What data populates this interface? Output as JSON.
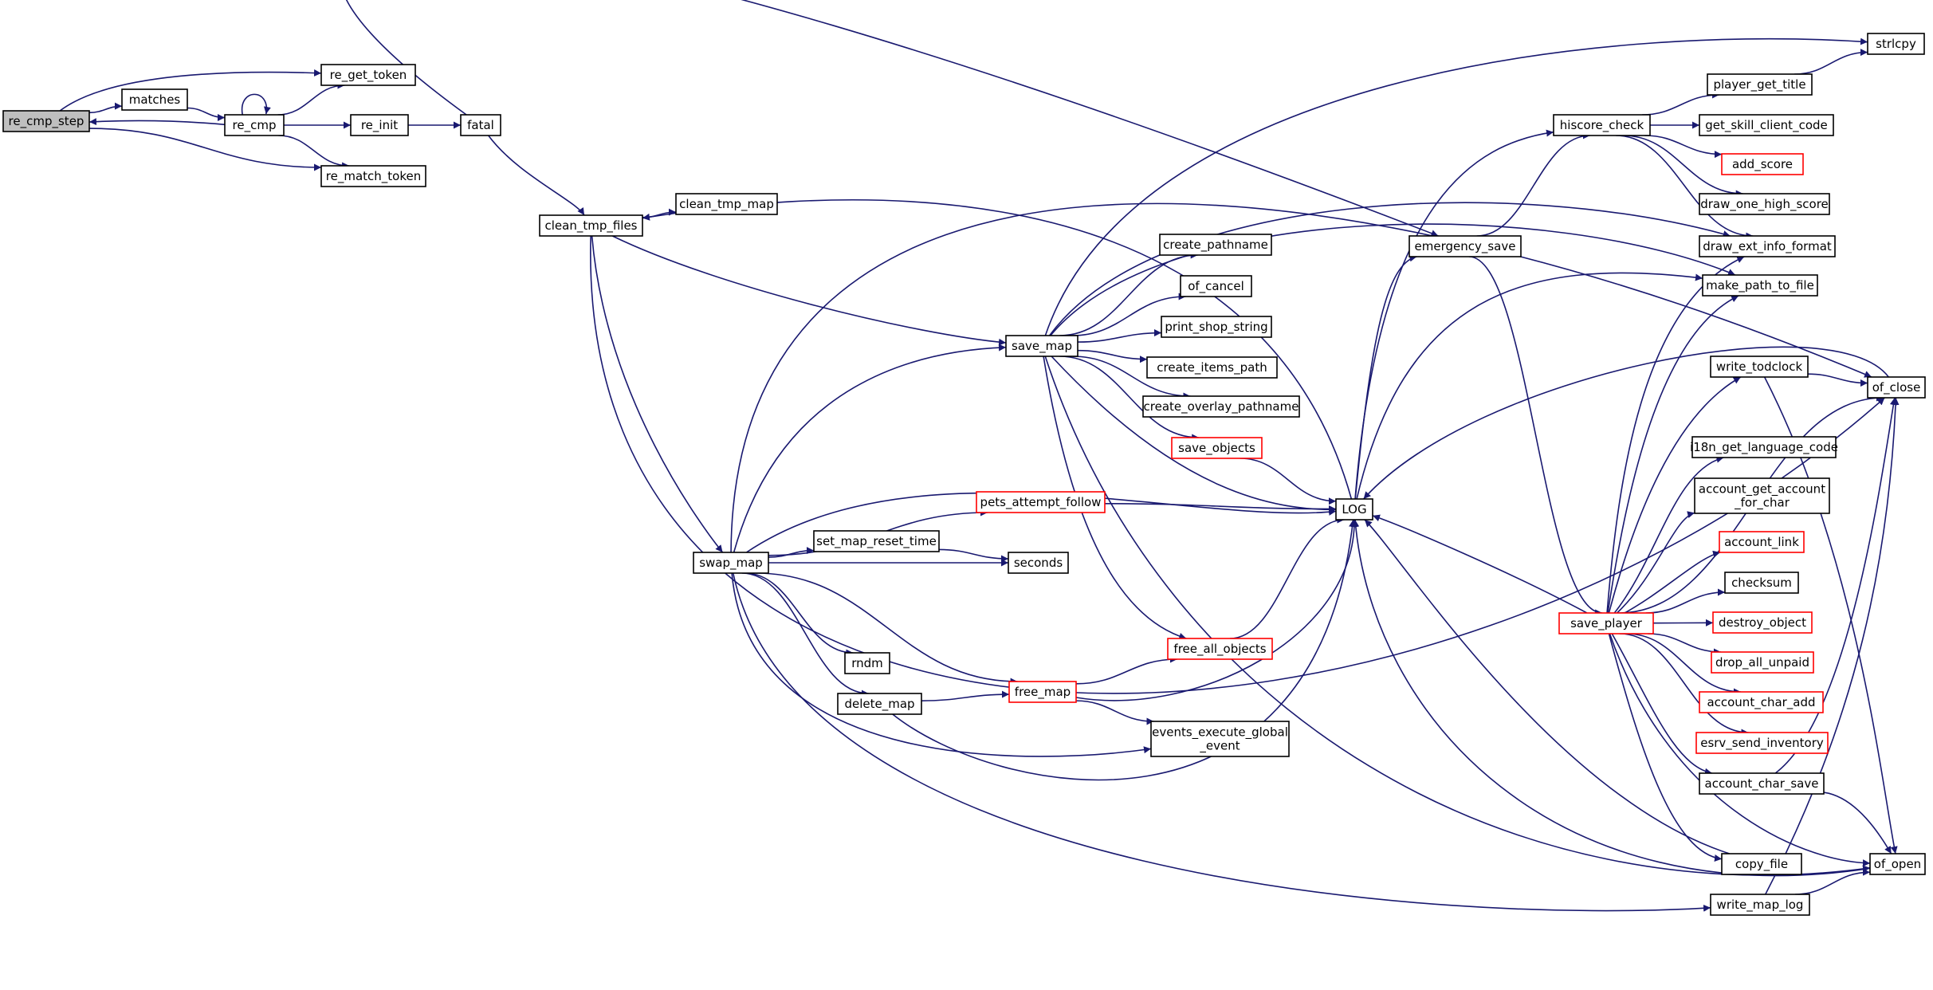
{
  "colors": {
    "edge": "#191970",
    "node_border": "#000000",
    "node_border_incomplete": "#ff0000",
    "focus_fill": "#bfbfbf",
    "node_fill": "#ffffff",
    "background": "#ffffff"
  },
  "nodes": [
    {
      "id": "re_cmp_step",
      "label": "re_cmp_step",
      "focus": true
    },
    {
      "id": "matches",
      "label": "matches"
    },
    {
      "id": "re_get_token",
      "label": "re_get_token"
    },
    {
      "id": "re_cmp",
      "label": "re_cmp"
    },
    {
      "id": "re_match_token",
      "label": "re_match_token"
    },
    {
      "id": "re_init",
      "label": "re_init"
    },
    {
      "id": "fatal",
      "label": "fatal"
    },
    {
      "id": "clean_tmp_files",
      "label": "clean_tmp_files"
    },
    {
      "id": "clean_tmp_map",
      "label": "clean_tmp_map"
    },
    {
      "id": "save_map",
      "label": "save_map"
    },
    {
      "id": "swap_map",
      "label": "swap_map"
    },
    {
      "id": "create_pathname",
      "label": "create_pathname"
    },
    {
      "id": "of_cancel",
      "label": "of_cancel"
    },
    {
      "id": "print_shop_string",
      "label": "print_shop_string"
    },
    {
      "id": "create_items_path",
      "label": "create_items_path"
    },
    {
      "id": "create_overlay_pathname",
      "label": "create_overlay_pathname"
    },
    {
      "id": "save_objects",
      "label": "save_objects",
      "incomplete": true
    },
    {
      "id": "pets_attempt_follow",
      "label": "pets_attempt_follow",
      "incomplete": true
    },
    {
      "id": "set_map_reset_time",
      "label": "set_map_reset_time"
    },
    {
      "id": "seconds",
      "label": "seconds"
    },
    {
      "id": "rndm",
      "label": "rndm"
    },
    {
      "id": "delete_map",
      "label": "delete_map"
    },
    {
      "id": "free_map",
      "label": "free_map",
      "incomplete": true
    },
    {
      "id": "free_all_objects",
      "label": "free_all_objects",
      "incomplete": true
    },
    {
      "id": "events_execute_global_event",
      "label": [
        "events_execute_global",
        "_event"
      ]
    },
    {
      "id": "LOG",
      "label": "LOG"
    },
    {
      "id": "emergency_save",
      "label": "emergency_save"
    },
    {
      "id": "hiscore_check",
      "label": "hiscore_check"
    },
    {
      "id": "save_player",
      "label": "save_player",
      "incomplete": true
    },
    {
      "id": "strlcpy",
      "label": "strlcpy"
    },
    {
      "id": "player_get_title",
      "label": "player_get_title"
    },
    {
      "id": "get_skill_client_code",
      "label": "get_skill_client_code"
    },
    {
      "id": "add_score",
      "label": "add_score",
      "incomplete": true
    },
    {
      "id": "draw_one_high_score",
      "label": "draw_one_high_score"
    },
    {
      "id": "draw_ext_info_format",
      "label": "draw_ext_info_format"
    },
    {
      "id": "make_path_to_file",
      "label": "make_path_to_file"
    },
    {
      "id": "write_todclock",
      "label": "write_todclock"
    },
    {
      "id": "of_close",
      "label": "of_close"
    },
    {
      "id": "i18n_get_language_code",
      "label": "i18n_get_language_code"
    },
    {
      "id": "account_get_account_for_char",
      "label": [
        "account_get_account",
        "_for_char"
      ]
    },
    {
      "id": "account_link",
      "label": "account_link",
      "incomplete": true
    },
    {
      "id": "checksum",
      "label": "checksum"
    },
    {
      "id": "destroy_object",
      "label": "destroy_object",
      "incomplete": true
    },
    {
      "id": "drop_all_unpaid",
      "label": "drop_all_unpaid",
      "incomplete": true
    },
    {
      "id": "account_char_add",
      "label": "account_char_add",
      "incomplete": true
    },
    {
      "id": "esrv_send_inventory",
      "label": "esrv_send_inventory",
      "incomplete": true
    },
    {
      "id": "account_char_save",
      "label": "account_char_save"
    },
    {
      "id": "copy_file",
      "label": "copy_file"
    },
    {
      "id": "of_open",
      "label": "of_open"
    },
    {
      "id": "write_map_log",
      "label": "write_map_log"
    }
  ],
  "edges": [
    [
      "re_cmp_step",
      "matches"
    ],
    [
      "re_cmp_step",
      "re_get_token"
    ],
    [
      "re_cmp_step",
      "re_match_token"
    ],
    [
      "matches",
      "re_cmp"
    ],
    [
      "re_cmp",
      "re_cmp_step"
    ],
    [
      "re_cmp",
      "re_cmp"
    ],
    [
      "re_cmp",
      "re_get_token"
    ],
    [
      "re_cmp",
      "re_init"
    ],
    [
      "re_cmp",
      "re_match_token"
    ],
    [
      "re_init",
      "fatal"
    ],
    [
      "fatal",
      "clean_tmp_files"
    ],
    [
      "fatal",
      "emergency_save"
    ],
    [
      "clean_tmp_files",
      "clean_tmp_map"
    ],
    [
      "clean_tmp_files",
      "save_map"
    ],
    [
      "clean_tmp_files",
      "swap_map"
    ],
    [
      "clean_tmp_files",
      "of_close"
    ],
    [
      "save_map",
      "create_pathname"
    ],
    [
      "save_map",
      "of_cancel"
    ],
    [
      "save_map",
      "print_shop_string"
    ],
    [
      "save_map",
      "create_items_path"
    ],
    [
      "save_map",
      "create_overlay_pathname"
    ],
    [
      "save_map",
      "save_objects"
    ],
    [
      "save_map",
      "LOG"
    ],
    [
      "save_map",
      "free_all_objects"
    ],
    [
      "save_map",
      "strlcpy"
    ],
    [
      "save_map",
      "draw_ext_info_format"
    ],
    [
      "save_map",
      "make_path_to_file"
    ],
    [
      "save_map",
      "of_open"
    ],
    [
      "swap_map",
      "save_map"
    ],
    [
      "swap_map",
      "pets_attempt_follow"
    ],
    [
      "swap_map",
      "set_map_reset_time"
    ],
    [
      "swap_map",
      "seconds"
    ],
    [
      "swap_map",
      "rndm"
    ],
    [
      "swap_map",
      "delete_map"
    ],
    [
      "swap_map",
      "free_map"
    ],
    [
      "swap_map",
      "events_execute_global_event"
    ],
    [
      "swap_map",
      "LOG"
    ],
    [
      "swap_map",
      "write_map_log"
    ],
    [
      "swap_map",
      "of_close"
    ],
    [
      "save_objects",
      "LOG"
    ],
    [
      "pets_attempt_follow",
      "LOG"
    ],
    [
      "set_map_reset_time",
      "seconds"
    ],
    [
      "delete_map",
      "free_map"
    ],
    [
      "delete_map",
      "LOG"
    ],
    [
      "free_map",
      "free_all_objects"
    ],
    [
      "free_map",
      "events_execute_global_event"
    ],
    [
      "free_map",
      "LOG"
    ],
    [
      "free_all_objects",
      "LOG"
    ],
    [
      "LOG",
      "clean_tmp_files"
    ],
    [
      "LOG",
      "emergency_save"
    ],
    [
      "LOG",
      "hiscore_check"
    ],
    [
      "LOG",
      "make_path_to_file"
    ],
    [
      "emergency_save",
      "hiscore_check"
    ],
    [
      "emergency_save",
      "save_player"
    ],
    [
      "hiscore_check",
      "player_get_title"
    ],
    [
      "hiscore_check",
      "get_skill_client_code"
    ],
    [
      "hiscore_check",
      "add_score"
    ],
    [
      "hiscore_check",
      "draw_one_high_score"
    ],
    [
      "hiscore_check",
      "draw_ext_info_format"
    ],
    [
      "player_get_title",
      "strlcpy"
    ],
    [
      "save_player",
      "LOG"
    ],
    [
      "save_player",
      "draw_ext_info_format"
    ],
    [
      "save_player",
      "make_path_to_file"
    ],
    [
      "save_player",
      "write_todclock"
    ],
    [
      "save_player",
      "i18n_get_language_code"
    ],
    [
      "save_player",
      "account_get_account_for_char"
    ],
    [
      "save_player",
      "account_link"
    ],
    [
      "save_player",
      "checksum"
    ],
    [
      "save_player",
      "destroy_object"
    ],
    [
      "save_player",
      "drop_all_unpaid"
    ],
    [
      "save_player",
      "account_char_add"
    ],
    [
      "save_player",
      "esrv_send_inventory"
    ],
    [
      "save_player",
      "account_char_save"
    ],
    [
      "save_player",
      "copy_file"
    ],
    [
      "save_player",
      "of_open"
    ],
    [
      "save_player",
      "of_close"
    ],
    [
      "write_todclock",
      "of_close"
    ],
    [
      "write_todclock",
      "of_open"
    ],
    [
      "account_char_save",
      "of_close"
    ],
    [
      "account_char_save",
      "of_open"
    ],
    [
      "copy_file",
      "LOG"
    ],
    [
      "of_open",
      "LOG"
    ],
    [
      "of_close",
      "LOG"
    ],
    [
      "write_map_log",
      "of_open"
    ],
    [
      "write_map_log",
      "of_close"
    ]
  ]
}
